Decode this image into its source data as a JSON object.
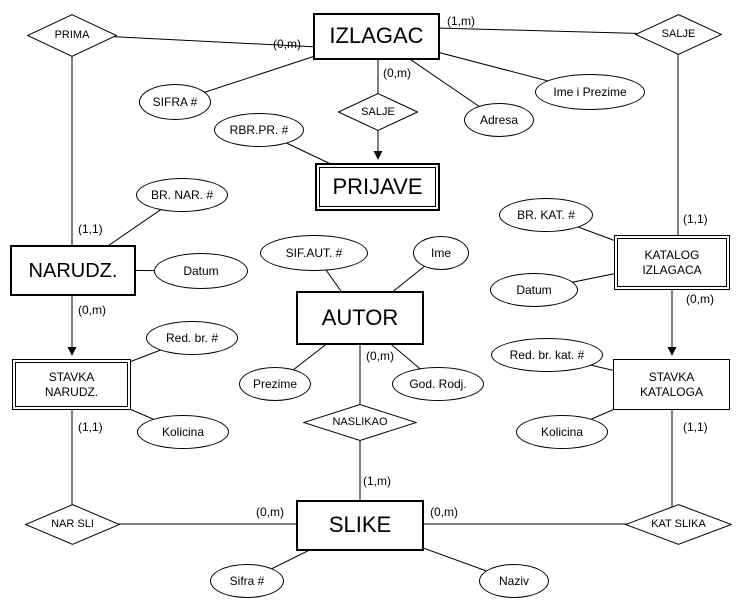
{
  "entities": {
    "izlagac": "IZLAGAC",
    "prijave": "PRIJAVE",
    "narudz": "NARUDZ.",
    "katalog_izlagaca": "KATALOG IZLAGACA",
    "stavka_narudz": "STAVKA NARUDZ.",
    "stavka_kataloga": "STAVKA KATALOGA",
    "autor": "AUTOR",
    "slike": "SLIKE"
  },
  "relationships": {
    "prima": "PRIMA",
    "salje_top": "SALJE",
    "salje_mid": "SALJE",
    "naslikao": "NASLIKAO",
    "nar_sli": "NAR SLI",
    "kat_slika": "KAT SLIKA"
  },
  "attributes": {
    "izlagac_sifra": "SIFRA #",
    "izlagac_ime_i_prezime": "Ime i Prezime",
    "izlagac_adresa": "Adresa",
    "prijave_rbr_pr": "RBR.PR. #",
    "narudz_br_nar": "BR. NAR. #",
    "narudz_datum": "Datum",
    "katalog_br_kat": "BR. KAT. #",
    "katalog_datum": "Datum",
    "autor_sif_aut": "SIF.AUT. #",
    "autor_ime": "Ime",
    "autor_prezime": "Prezime",
    "autor_god_rodj": "God. Rodj.",
    "stavka_narudz_red_br": "Red. br. #",
    "stavka_narudz_kolicina": "Kolicina",
    "stavka_kataloga_red_br_kat": "Red. br. kat. #",
    "stavka_kataloga_kolicina": "Kolicina",
    "slike_sifra": "Sifra #",
    "slike_naziv": "Naziv"
  },
  "cardinalities": {
    "izlagac_salje_top": "(1,m)",
    "izlagac_prima": "(0,m)",
    "izlagac_salje_mid": "(0,m)",
    "narudz_prima": "(1,1)",
    "katalog_salje": "(1,1)",
    "narudz_stavka": "(0,m)",
    "katalog_stavka": "(0,m)",
    "autor_naslikao": "(0,m)",
    "stavka_narudz_nar_sli": "(1,1)",
    "stavka_kataloga_kat_slika": "(1,1)",
    "slike_naslikao": "(1,m)",
    "slike_nar_sli": "(0,m)",
    "slike_kat_slika": "(0,m)"
  },
  "colors": {
    "line": "#000000",
    "background": "#ffffff",
    "text": "#000000"
  }
}
